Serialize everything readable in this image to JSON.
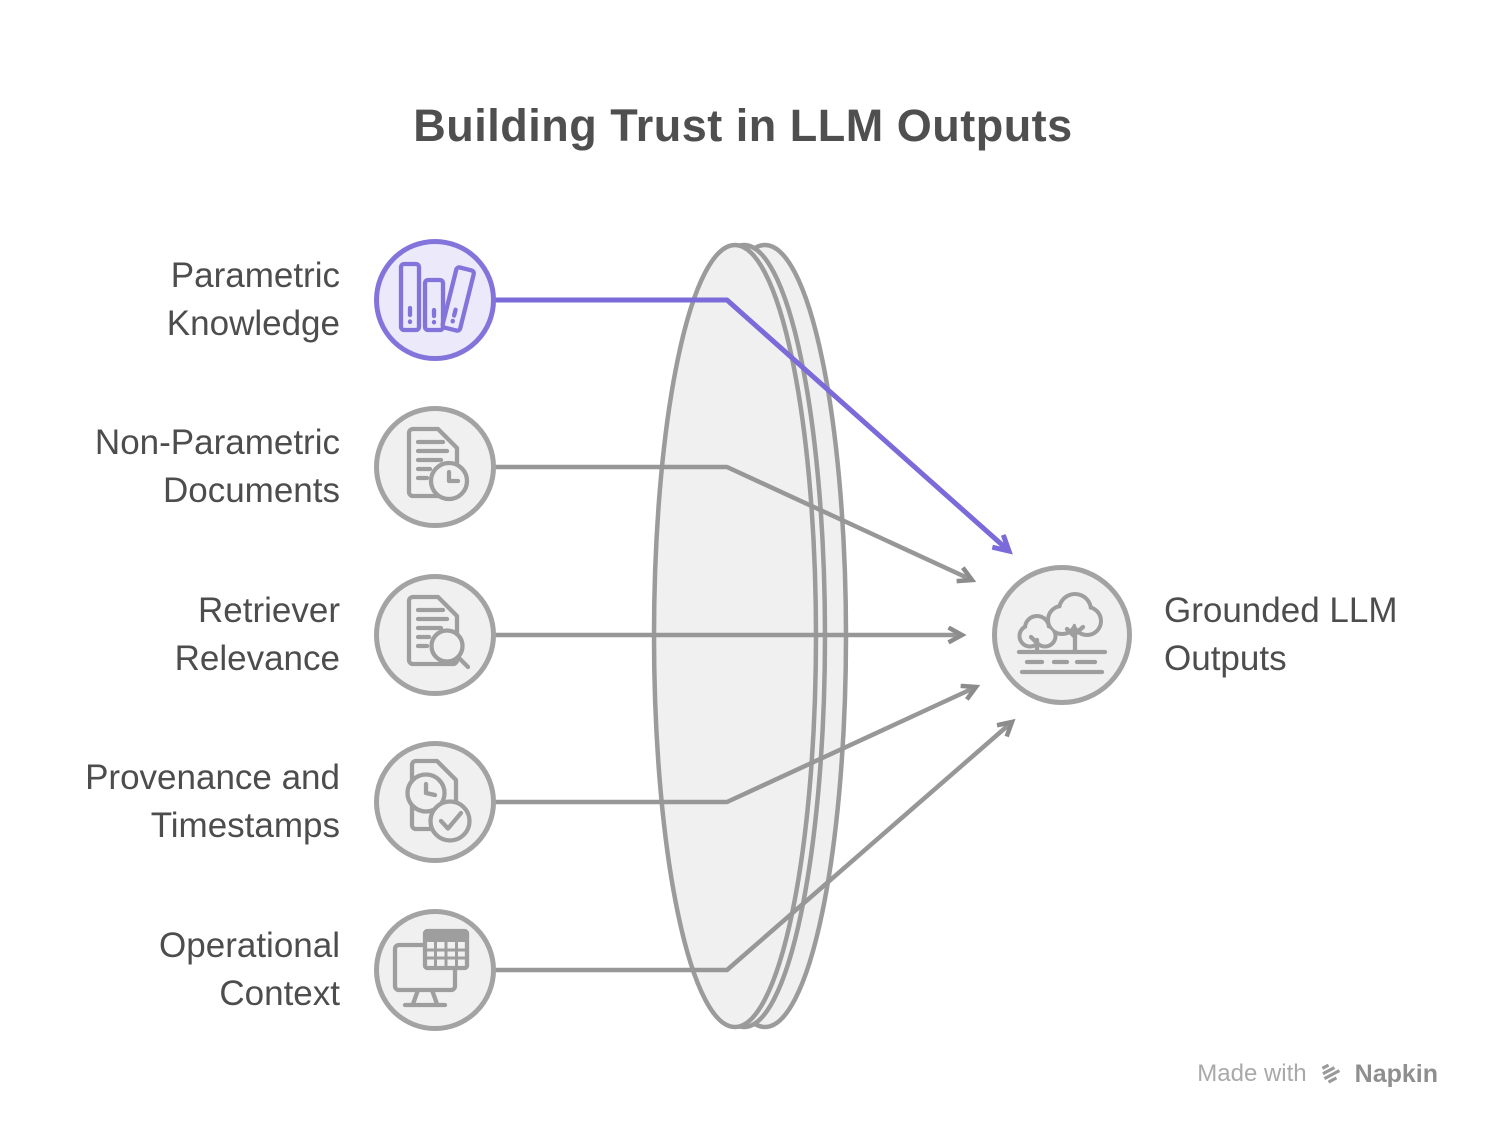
{
  "title": "Building Trust in LLM Outputs",
  "inputs": [
    {
      "label": "Parametric Knowledge",
      "label_lines": [
        "Parametric",
        "Knowledge"
      ],
      "icon": "books-icon",
      "accent": true
    },
    {
      "label": "Non-Parametric Documents",
      "label_lines": [
        "Non-Parametric",
        "Documents"
      ],
      "icon": "document-clock-icon",
      "accent": false
    },
    {
      "label": "Retriever Relevance",
      "label_lines": [
        "Retriever",
        "Relevance"
      ],
      "icon": "document-search-icon",
      "accent": false
    },
    {
      "label": "Provenance and Timestamps",
      "label_lines": [
        "Provenance and",
        "Timestamps"
      ],
      "icon": "document-clock-check-icon",
      "accent": false
    },
    {
      "label": "Operational Context",
      "label_lines": [
        "Operational",
        "Context"
      ],
      "icon": "monitor-table-icon",
      "accent": false
    }
  ],
  "output": {
    "label": "Grounded LLM Outputs",
    "label_lines": [
      "Grounded LLM",
      "Outputs"
    ],
    "icon": "trees-icon"
  },
  "footer": {
    "made_with": "Made with",
    "brand": "Napkin"
  },
  "colors": {
    "accent_purple": "#7B6AD9",
    "accent_purple_fill": "#ECE9FA",
    "gray_stroke": "#9E9E9E",
    "gray_fill": "#F0F0F0",
    "text": "#4D4D4D",
    "background": "#FFFFFF"
  }
}
